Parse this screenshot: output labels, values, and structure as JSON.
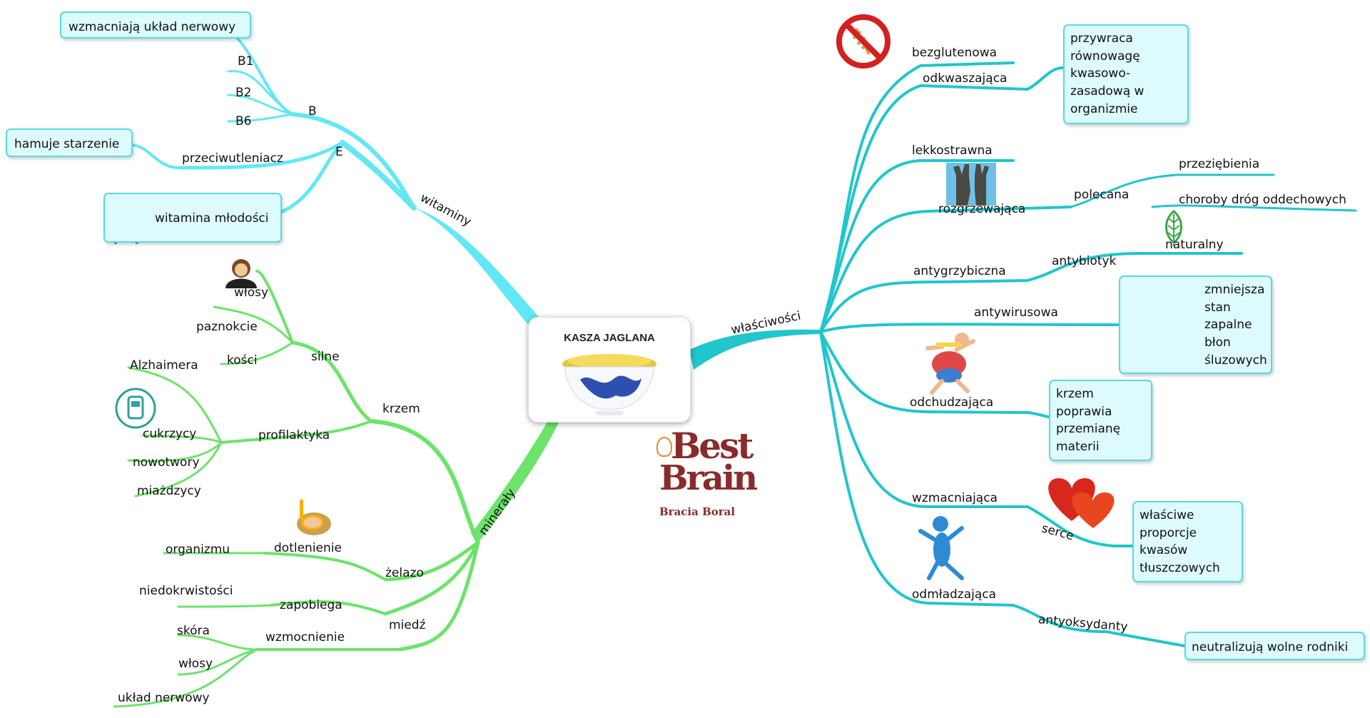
{
  "central": {
    "title": "KASZA JAGLANA"
  },
  "logo": {
    "line1": "Best",
    "line2": "Brain",
    "sub": "Bracia Boral"
  },
  "colors": {
    "vitamins": "#62e8f4",
    "minerals": "#6de36a",
    "properties": "#20c6cc",
    "box_fill": "#ddfafc",
    "box_border": "#55dbe6"
  },
  "witaminy": {
    "label": "witaminy",
    "b": {
      "label": "B",
      "b1": "B1",
      "b2": "B2",
      "b6": "B6",
      "note": "wzmacniają układ nerwowy"
    },
    "e": {
      "label": "E",
      "antiox": "przeciwutleniacz",
      "note1": "hamuje starzenie",
      "note2": "witamina młodości"
    }
  },
  "mineraly": {
    "label": "minerały",
    "krzem": {
      "label": "krzem",
      "silne": {
        "label": "silne",
        "items": [
          "włosy",
          "paznokcie",
          "kości"
        ]
      },
      "profilaktyka": {
        "label": "profilaktyka",
        "items": [
          "Alzhaimera",
          "cukrzycy",
          "nowotwory",
          "miażdzycy"
        ]
      }
    },
    "zelazo": {
      "label": "żelazo",
      "dotlenienie": "dotlenienie",
      "organizmu": "organizmu"
    },
    "miedz": {
      "label": "miedź",
      "zapobiega": "zapobiega",
      "niedokrwistosci": "niedokrwistości",
      "wzmocnienie": "wzmocnienie",
      "items": [
        "skóra",
        "włosy",
        "układ nerwowy"
      ]
    }
  },
  "wlasciwosci": {
    "label": "właściwości",
    "bezglutenowa": "bezglutenowa",
    "odkwaszajaca": {
      "label": "odkwaszająca",
      "note": [
        "przywraca",
        "równowagę",
        "kwasowo-",
        "zasadową w",
        "organizmie"
      ]
    },
    "lekkostrawna": "lekkostrawna",
    "rozgrzewajaca": {
      "label": "rozgrzewająca",
      "polecana": "polecana",
      "items": [
        "przeziębienia",
        "choroby dróg oddechowych"
      ]
    },
    "antygrzybiczna": {
      "label": "antygrzybiczna",
      "antybiotyk": "antybiotyk",
      "naturalny": "naturalny"
    },
    "antywirusowa": {
      "label": "antywirusowa",
      "note": [
        "zmniejsza",
        "stan",
        "zapalne",
        "błon",
        "śluzowych"
      ]
    },
    "odchudzajaca": {
      "label": "odchudzająca",
      "note": [
        "krzem",
        "poprawia",
        "przemianę",
        "materii"
      ]
    },
    "wzmacniajaca": {
      "label": "wzmacniająca",
      "serce": "serce",
      "note": [
        "właściwe",
        "proporcje",
        "kwasów",
        "tłuszczowych"
      ]
    },
    "odmladzajaca": {
      "label": "odmładzająca",
      "antyoksydanty": "antyoksydanty",
      "note": "neutralizują wolne rodniki"
    }
  },
  "icons": [
    "no-gluten-icon",
    "gloves-icon",
    "leaf-icon",
    "green-arrow-down-icon",
    "runner-icon",
    "hearts-icon",
    "blue-figure-icon",
    "woman-avatar-icon",
    "glucometer-icon",
    "diver-icon"
  ]
}
